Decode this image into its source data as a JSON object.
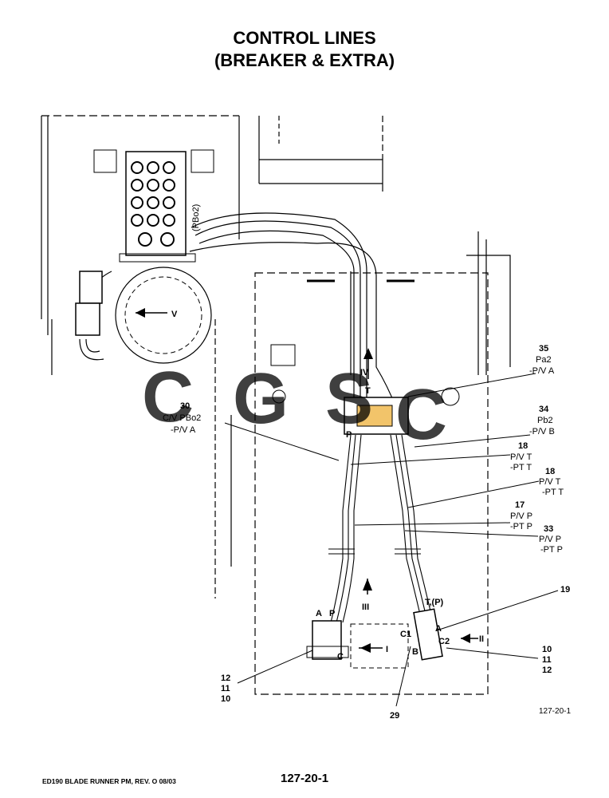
{
  "title": {
    "line1": "CONTROL LINES",
    "line2": "(BREAKER & EXTRA)"
  },
  "watermark": {
    "letters": [
      "C",
      "G",
      "S",
      "C"
    ],
    "colors": [
      "#4f8ff0",
      "#f06a6a",
      "#f7cf40",
      "#3aa878"
    ]
  },
  "callouts": [
    {
      "id": "35",
      "lines": [
        "35",
        "Pa2",
        "-P/V A"
      ]
    },
    {
      "id": "30",
      "lines": [
        "30",
        "C/V PBo2",
        "-P/V A"
      ]
    },
    {
      "id": "34",
      "lines": [
        "34",
        "Pb2",
        "-P/V B"
      ]
    },
    {
      "id": "18a",
      "lines": [
        "18",
        "P/V T",
        "-PT T"
      ]
    },
    {
      "id": "18b",
      "lines": [
        "18",
        "P/V T",
        "-PT T"
      ]
    },
    {
      "id": "17",
      "lines": [
        "17",
        "P/V P",
        "-PT P"
      ]
    },
    {
      "id": "33",
      "lines": [
        "33",
        "P/V P",
        "-PT P"
      ]
    },
    {
      "id": "19",
      "lines": [
        "19"
      ]
    },
    {
      "id": "10r",
      "lines": [
        "10",
        "11",
        "12"
      ]
    },
    {
      "id": "12l",
      "lines": [
        "12",
        "11",
        "10"
      ]
    },
    {
      "id": "29",
      "lines": [
        "29"
      ]
    }
  ],
  "views": {
    "v": "V",
    "iv": "IV",
    "iii": "III",
    "ii": "II",
    "i": "I"
  },
  "ports": {
    "pbo2": "(PBo2)",
    "t": "T",
    "p": "P",
    "a": "A",
    "c": "C",
    "tp": "T,(P)",
    "c1": "C1",
    "c2": "C2",
    "b": "B"
  },
  "figure_ref": "127-20-1",
  "footer": {
    "left": "ED190 BLADE RUNNER PM, REV. O 08/03",
    "center": "127-20-1"
  }
}
